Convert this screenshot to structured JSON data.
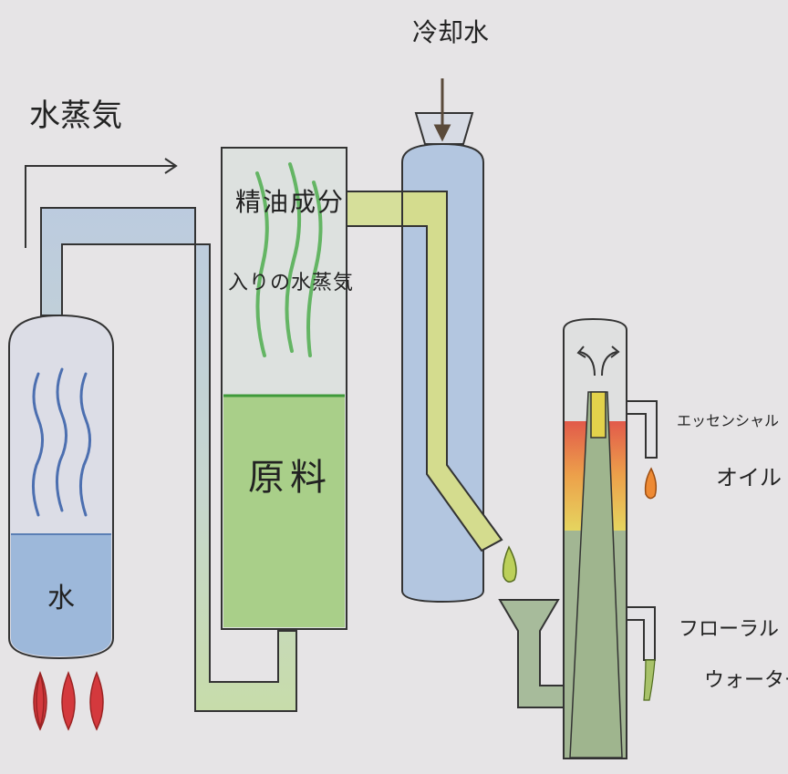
{
  "labels": {
    "steam": "水蒸気",
    "cooling_water": "冷却水",
    "essential_steam_line1": "精油成分",
    "essential_steam_line2": "入りの水蒸気",
    "raw_material": "原料",
    "water": "水",
    "essential_oil_line1": "エッセンシャル",
    "essential_oil_line2": "オイル",
    "floral_water_line1": "フローラル",
    "floral_water_line2": "ウォーター"
  },
  "colors": {
    "paper": "#e6e4e6",
    "pipe_blue": "#b9c9dc",
    "pipe_green": "#c9dcaa",
    "condenser_blue": "#a9c0de",
    "condensate_yellow": "#d9e08a",
    "raw_material_green": "#a8cf86",
    "water_blue": "#8fb0d6",
    "flame_red": "#d63a3a",
    "oil_layer_orange": "#e98a3c",
    "oil_yellow": "#e4d64a",
    "separator_green": "#9fb58e"
  }
}
